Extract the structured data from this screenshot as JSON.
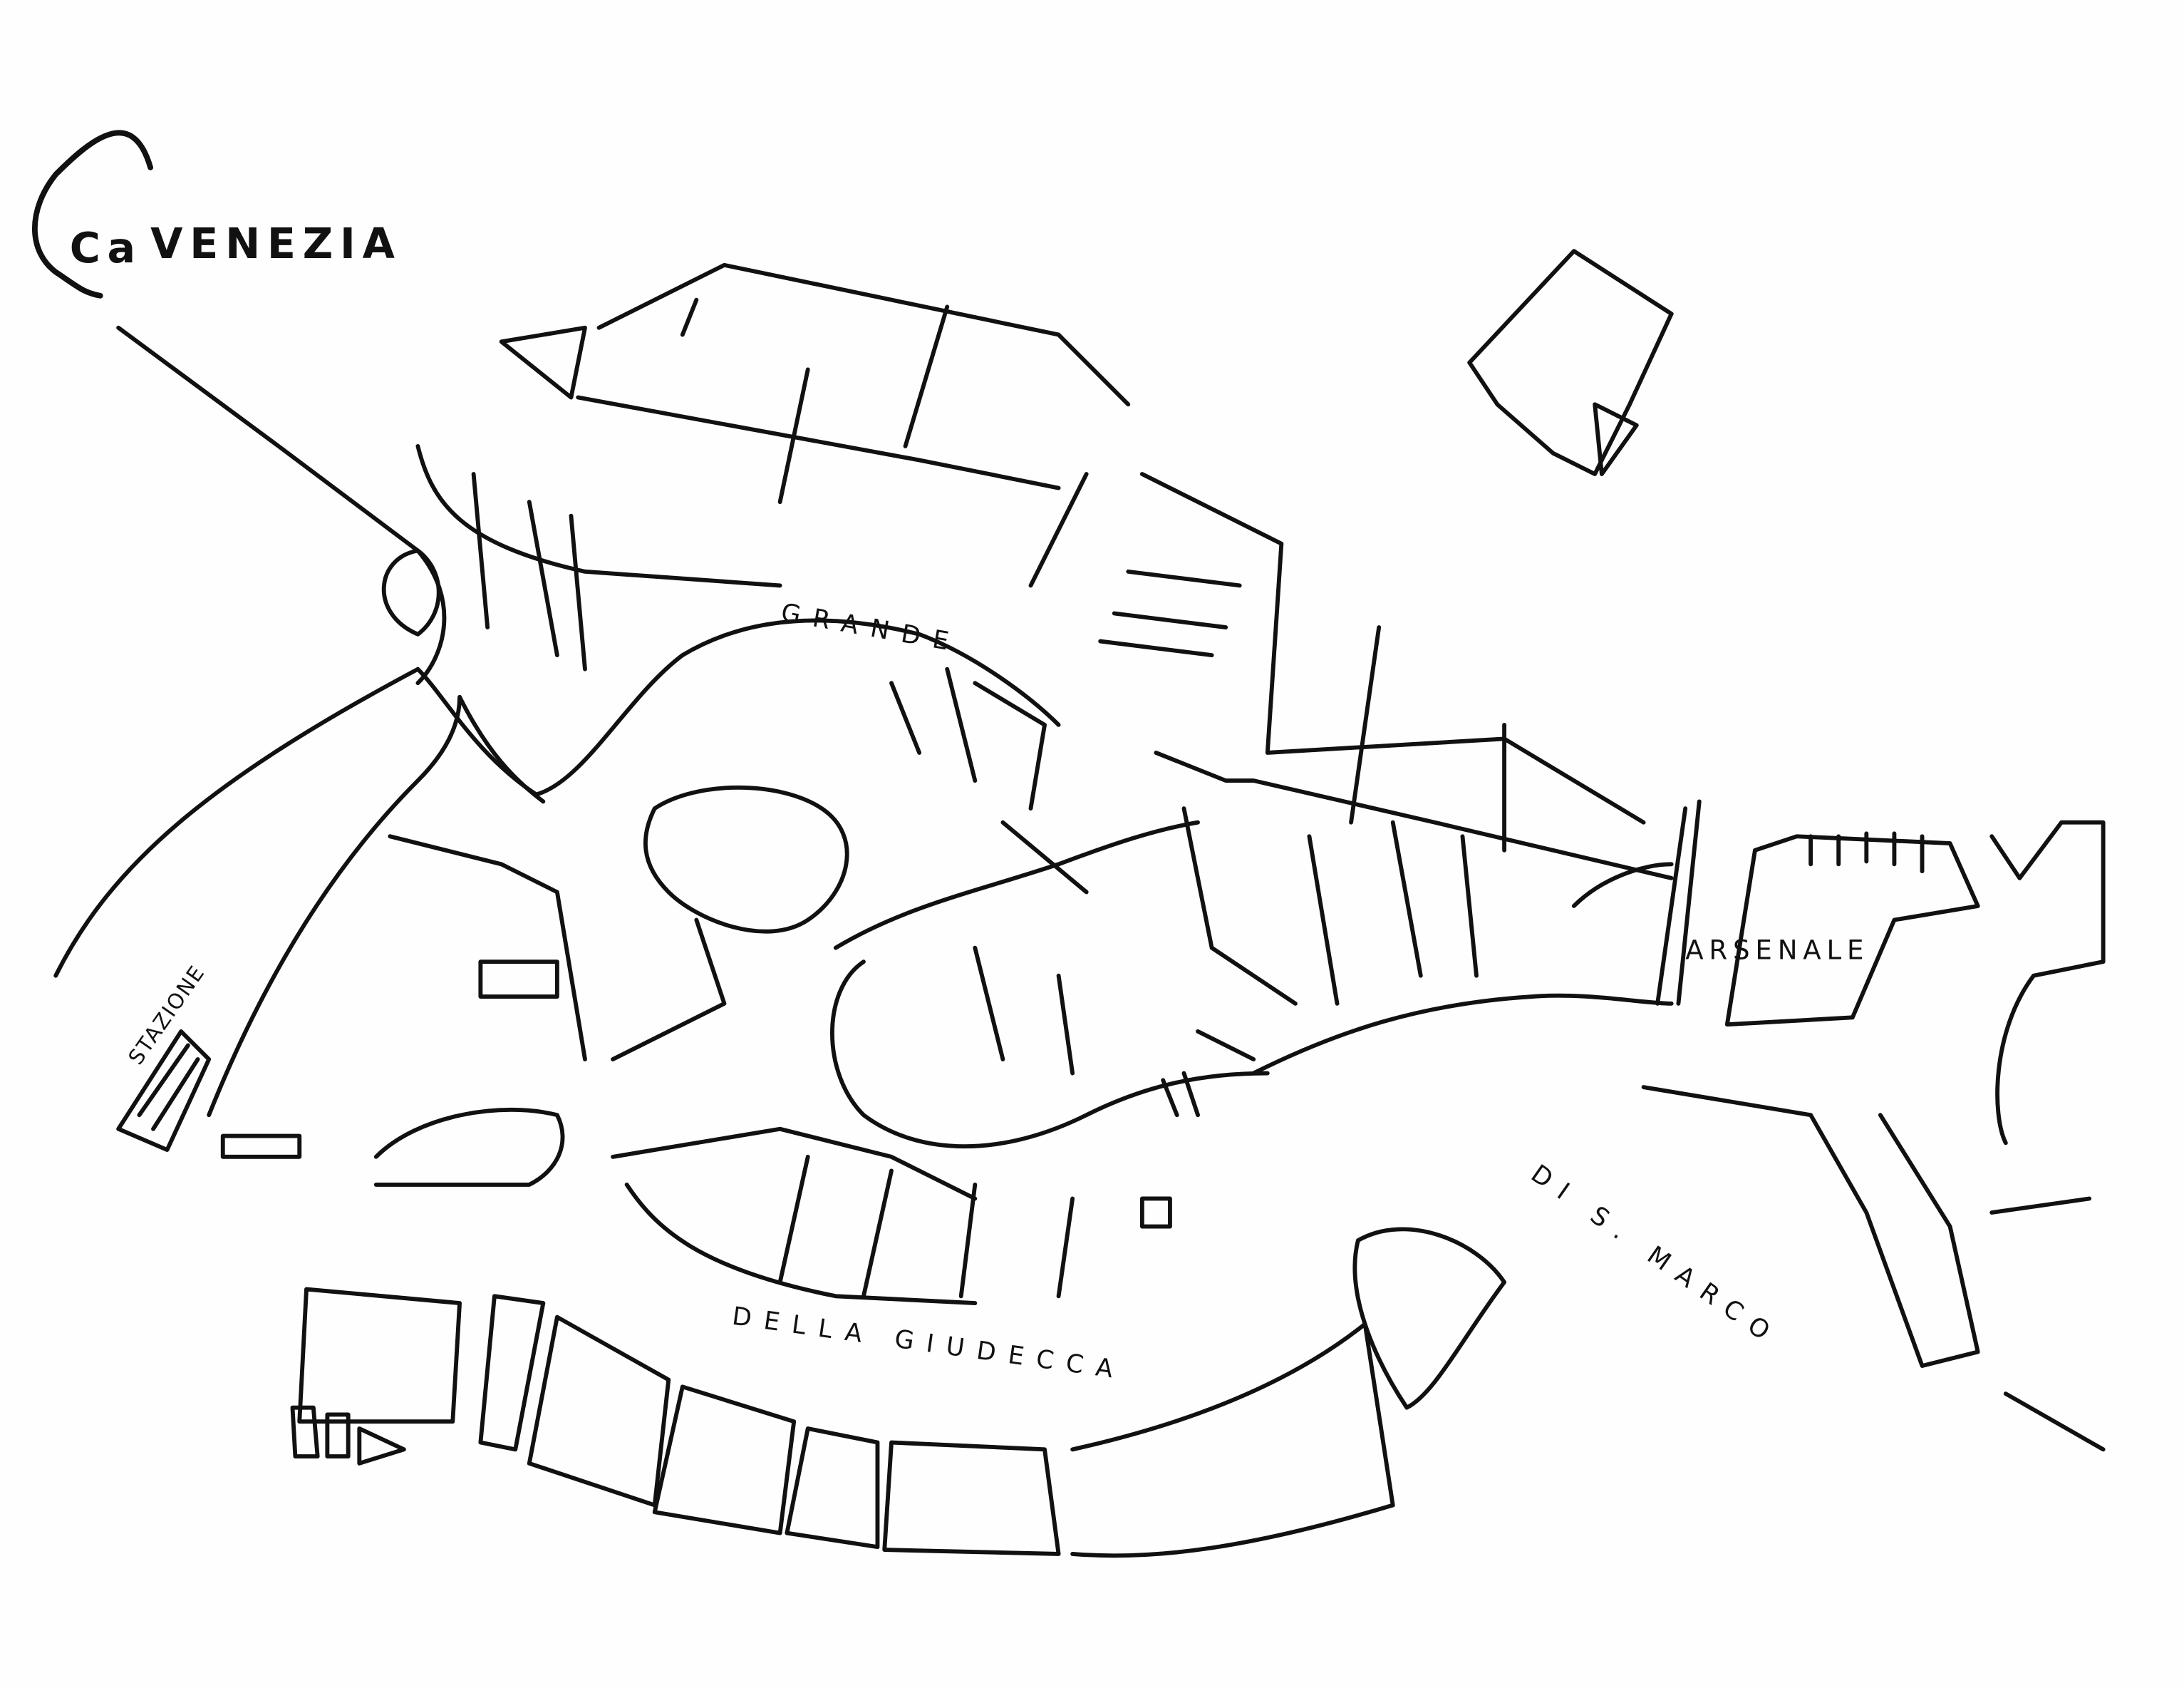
{
  "title": {
    "prefix": "Ca",
    "name": "VENEZIA"
  },
  "labels": {
    "canal_grande": "GRANDE",
    "station": "STAZIONE",
    "arsenale": "ARSENALE",
    "giudecca": "DELLA GIUDECCA",
    "san_marco": "DI S. MARCO"
  },
  "colors": {
    "ink": "#111111",
    "paper": "#fefefe"
  }
}
